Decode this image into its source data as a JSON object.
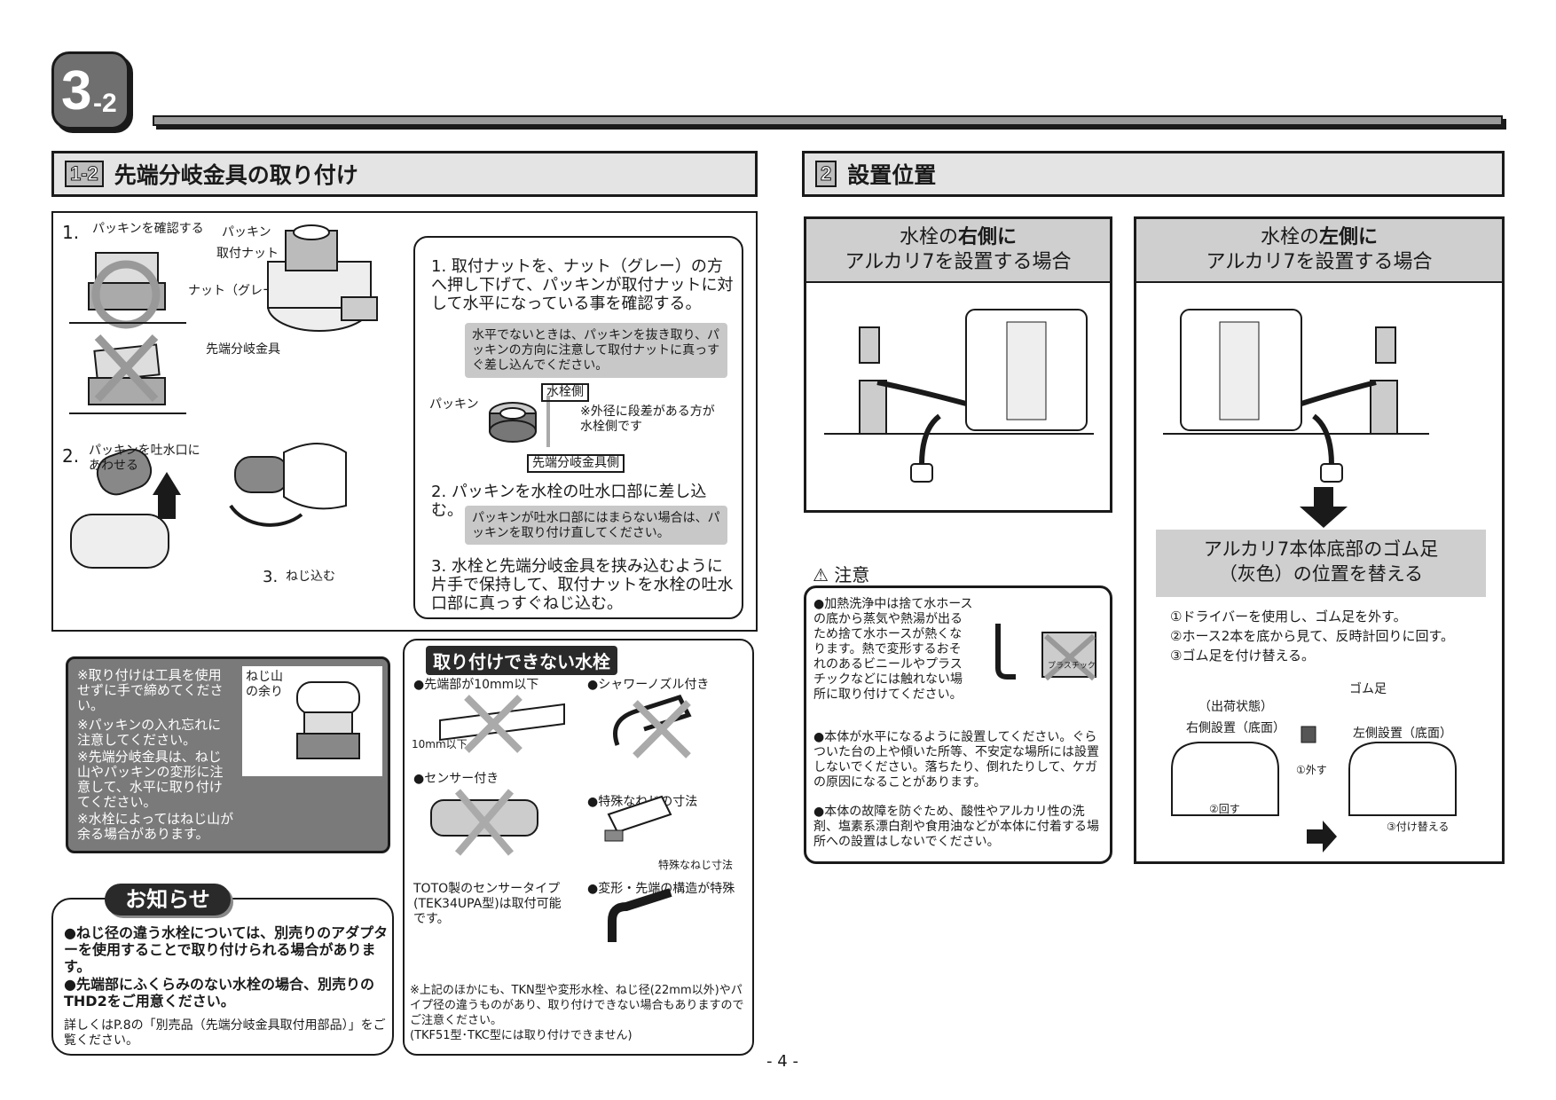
{
  "header": {
    "section_num": "3",
    "section_sub": "-2"
  },
  "left_section": {
    "num": "1-2",
    "title": "先端分岐金具の取り付け",
    "step1_label": "1.",
    "step1_callouts": {
      "check": "パッキンを確認する",
      "packing": "パッキン",
      "nut": "取付ナット",
      "grey_nut": "ナット（グレー）",
      "fitting": "先端分岐金具"
    },
    "step2_label": "2.",
    "step2_caption": "パッキンを吐水口に\nあわせる",
    "step3_label": "3.",
    "step3_caption": "ねじ込む",
    "instructions": [
      "1. 取付ナットを、ナット（グレー）の方へ押し下げて、パッキンが取付ナットに対して水平になっている事を確認する。",
      "2. パッキンを水栓の吐水口部に差し込む。",
      "3. 水栓と先端分岐金具を挟み込むように片手で保持して、取付ナットを水栓の吐水口部に真っすぐねじ込む。"
    ],
    "note1": "水平でないときは、パッキンを抜き取り、パッキンの方向に注意して取付ナットに真っすぐ差し込んでください。",
    "packing_label": "パッキン",
    "faucet_side": "水栓側",
    "fitting_side": "先端分岐金具側",
    "step_note": "※外径に段差がある方が水栓側です",
    "note2": "パッキンが吐水口部にはまらない場合は、パッキンを取り付け直してください。"
  },
  "warning_panel": {
    "notes": [
      "※取り付けは工具を使用せずに手で締めてください。",
      "※パッキンの入れ忘れに注意してください。",
      "※先端分岐金具は、ねじ山やパッキンの変形に注意して、水平に取り付けてください。",
      "※水栓によってはねじ山が余る場合があります。"
    ],
    "thread_label": "ねじ山\nの余り"
  },
  "notice": {
    "title": "お知らせ",
    "items": [
      "●ねじ径の違う水栓については、別売りのアダプターを使用することで取り付けられる場合があります。",
      "●先端部にふくらみのない水栓の場合、別売りのTHD2をご用意ください。"
    ],
    "footer": "詳しくはP.8の「別売品（先端分岐金具取付用部品）」をご覧ください。"
  },
  "incompatible": {
    "title": "取り付けできない水栓",
    "items": {
      "tip": "●先端部が10mm以下",
      "shower": "●シャワーノズル付き",
      "sensor": "●センサー付き",
      "special_thread": "●特殊なねじの寸法",
      "deformed": "●変形・先端の構造が特殊"
    },
    "dim_label": "10mm以下",
    "special_thread_label": "特殊なねじ寸法",
    "toto_note": "TOTO製のセンサータイプ(TEK34UPA型)は取付可能です。",
    "footer": "※上記のほかにも、TKN型や変形水栓、ねじ径(22mm以外)やパイプ径の違うものがあり、取り付けできない場合もありますのでご注意ください。\n(TKF51型･TKC型には取り付けできません)"
  },
  "right_section": {
    "num": "2",
    "title": "設置位置",
    "right_case": {
      "line1_pre": "水栓の",
      "line1_bold": "右側に",
      "line2": "アルカリ7を設置する場合"
    },
    "left_case": {
      "line1_pre": "水栓の",
      "line1_bold": "左側に",
      "line2": "アルカリ7を設置する場合"
    },
    "swap_title": "アルカリ7本体底部のゴム足\n（灰色）の位置を替える",
    "swap_steps": [
      "①ドライバーを使用し、ゴム足を外す。",
      "②ホース2本を底から見て、反時計回りに回す。",
      "③ゴム足を付け替える。"
    ],
    "diagram_labels": {
      "shipping": "（出荷状態）",
      "right_bottom": "右側設置（底面）",
      "rubber_foot": "ゴム足",
      "left_bottom": "左側設置（底面）",
      "remove": "①外す",
      "rotate": "②回す",
      "replace": "③付け替える"
    },
    "plastic_label": "プラスチック"
  },
  "caution": {
    "title": "注意",
    "items": [
      "●加熱洗浄中は捨て水ホースの底から蒸気や熱湯が出るため捨て水ホースが熱くなります。熱で変形するおそれのあるビニールやプラスチックなどには触れない場所に取り付けてください。",
      "●本体が水平になるように設置してください。ぐらついた台の上や傾いた所等、不安定な場所には設置しないでください。落ちたり、倒れたりして、ケガの原因になることがあります。",
      "●本体の故障を防ぐため、酸性やアルカリ性の洗剤、塩素系漂白剤や食用油などが本体に付着する場所への設置はしないでください。"
    ]
  },
  "page_number": "- 4 -"
}
